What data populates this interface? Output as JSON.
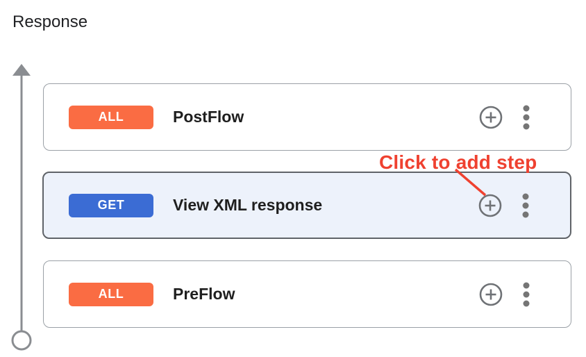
{
  "page": {
    "title": "Response"
  },
  "annotation": {
    "text": "Click to add step",
    "color": "#EF4130"
  },
  "flow": {
    "cards": [
      {
        "verb": "ALL",
        "verb_color": "#FA6C43",
        "label": "PostFlow",
        "selected": false
      },
      {
        "verb": "GET",
        "verb_color": "#3B6CD4",
        "label": "View XML response",
        "selected": true
      },
      {
        "verb": "ALL",
        "verb_color": "#FA6C43",
        "label": "PreFlow",
        "selected": false
      }
    ],
    "icons": {
      "add_step": "circled-plus",
      "more_menu": "vertical-ellipsis",
      "flow_direction": "up-arrow",
      "flow_start": "hollow-circle"
    },
    "colors": {
      "card_border": "#9AA0A6",
      "selected_border": "#5F6368",
      "selected_background": "#EDF2FB",
      "icon_gray": "#6F7276",
      "rail_gray": "#8A8D91",
      "text": "#1F1F1F"
    }
  }
}
